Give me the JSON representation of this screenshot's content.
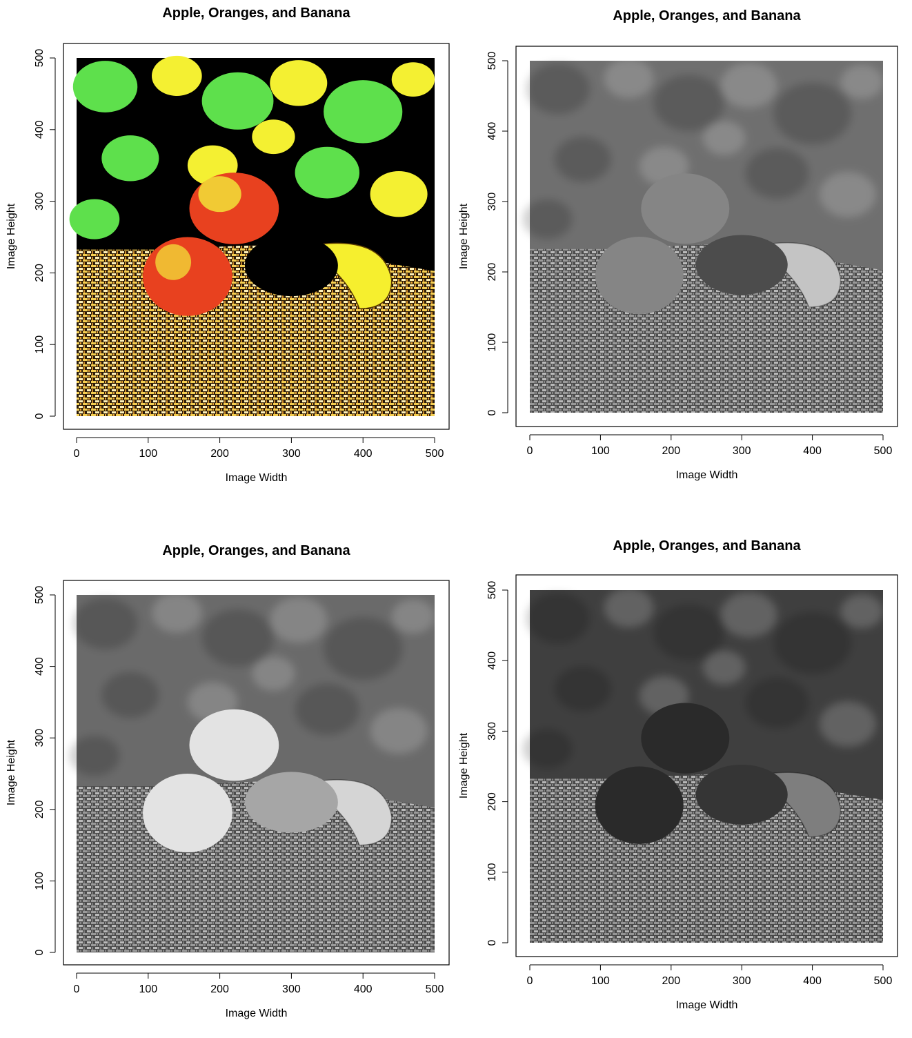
{
  "chart_data": [
    {
      "type": "image",
      "title": "Apple, Oranges, and Banana",
      "xlabel": "Image Width",
      "ylabel": "Image Height",
      "xlim": [
        0,
        500
      ],
      "ylim": [
        0,
        500
      ],
      "xticks": [
        0,
        100,
        200,
        300,
        400,
        500
      ],
      "yticks": [
        0,
        100,
        200,
        300,
        400,
        500
      ],
      "rendering": "posterized color",
      "palette": {
        "background": "#000000",
        "foliage_light": "#f4f032",
        "foliage_green": "#5ee04c",
        "fruit": "#e8411f",
        "banana": "#f6ef2e",
        "mat_warm": "#f2c84a"
      }
    },
    {
      "type": "image",
      "title": "Apple, Oranges, and Banana",
      "xlabel": "Image Width",
      "ylabel": "Image Height",
      "xlim": [
        0,
        500
      ],
      "ylim": [
        0,
        500
      ],
      "xticks": [
        0,
        100,
        200,
        300,
        400,
        500
      ],
      "yticks": [
        0,
        100,
        200,
        300,
        400,
        500
      ],
      "rendering": "grayscale (mid)",
      "palette": {
        "background": "#6f6f6f",
        "fruit_oranges": "#858585",
        "apple": "#4c4c4c",
        "banana": "#c4c4c4",
        "mat": "#7a7a7a"
      }
    },
    {
      "type": "image",
      "title": "Apple, Oranges, and Banana",
      "xlabel": "Image Width",
      "ylabel": "Image Height",
      "xlim": [
        0,
        500
      ],
      "ylim": [
        0,
        500
      ],
      "xticks": [
        0,
        100,
        200,
        300,
        400,
        500
      ],
      "yticks": [
        0,
        100,
        200,
        300,
        400,
        500
      ],
      "rendering": "grayscale (bright)",
      "palette": {
        "background": "#6a6a6a",
        "fruit_oranges": "#e3e3e3",
        "apple": "#a6a6a6",
        "banana": "#d5d5d5",
        "mat": "#7d7d7d"
      }
    },
    {
      "type": "image",
      "title": "Apple, Oranges, and Banana",
      "xlabel": "Image Width",
      "ylabel": "Image Height",
      "xlim": [
        0,
        500
      ],
      "ylim": [
        0,
        500
      ],
      "xticks": [
        0,
        100,
        200,
        300,
        400,
        500
      ],
      "yticks": [
        0,
        100,
        200,
        300,
        400,
        500
      ],
      "rendering": "grayscale (dark)",
      "palette": {
        "background": "#3f3f3f",
        "fruit_oranges": "#2a2a2a",
        "apple": "#353535",
        "banana": "#7e7e7e",
        "mat": "#6a6a6a"
      }
    }
  ]
}
